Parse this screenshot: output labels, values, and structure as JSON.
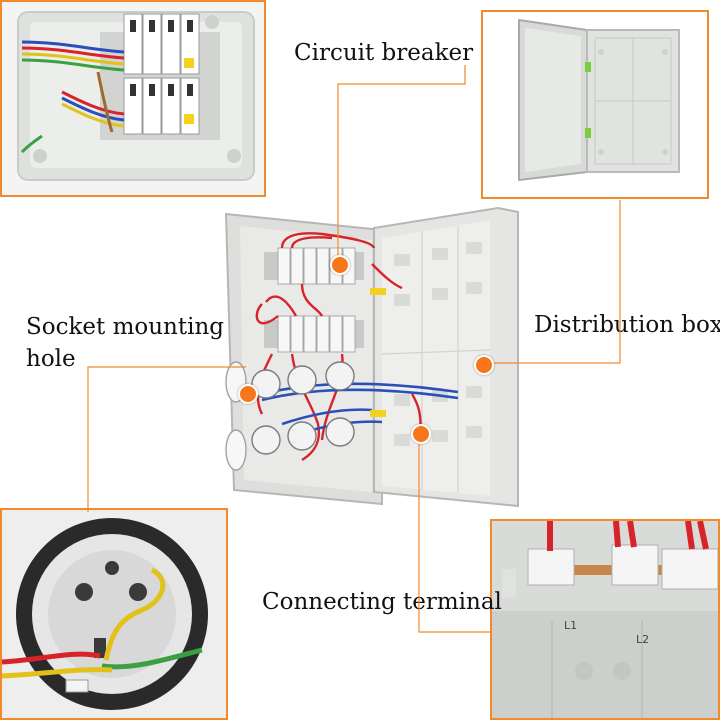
{
  "labels": {
    "circuit_breaker": "Circuit breaker",
    "distribution_box": "Distribution box",
    "socket_mounting_line1": "Socket mounting",
    "socket_mounting_line2": "hole",
    "connecting_terminal": "Connecting terminal"
  },
  "terminal_markings": {
    "l1": "L1",
    "l2": "L2"
  },
  "colors": {
    "accent": "#f7761a",
    "frame": "#f08a2c",
    "enclosure": "#e6e8e6",
    "wire_red": "#d8232a",
    "wire_blue": "#2a4fb8"
  }
}
